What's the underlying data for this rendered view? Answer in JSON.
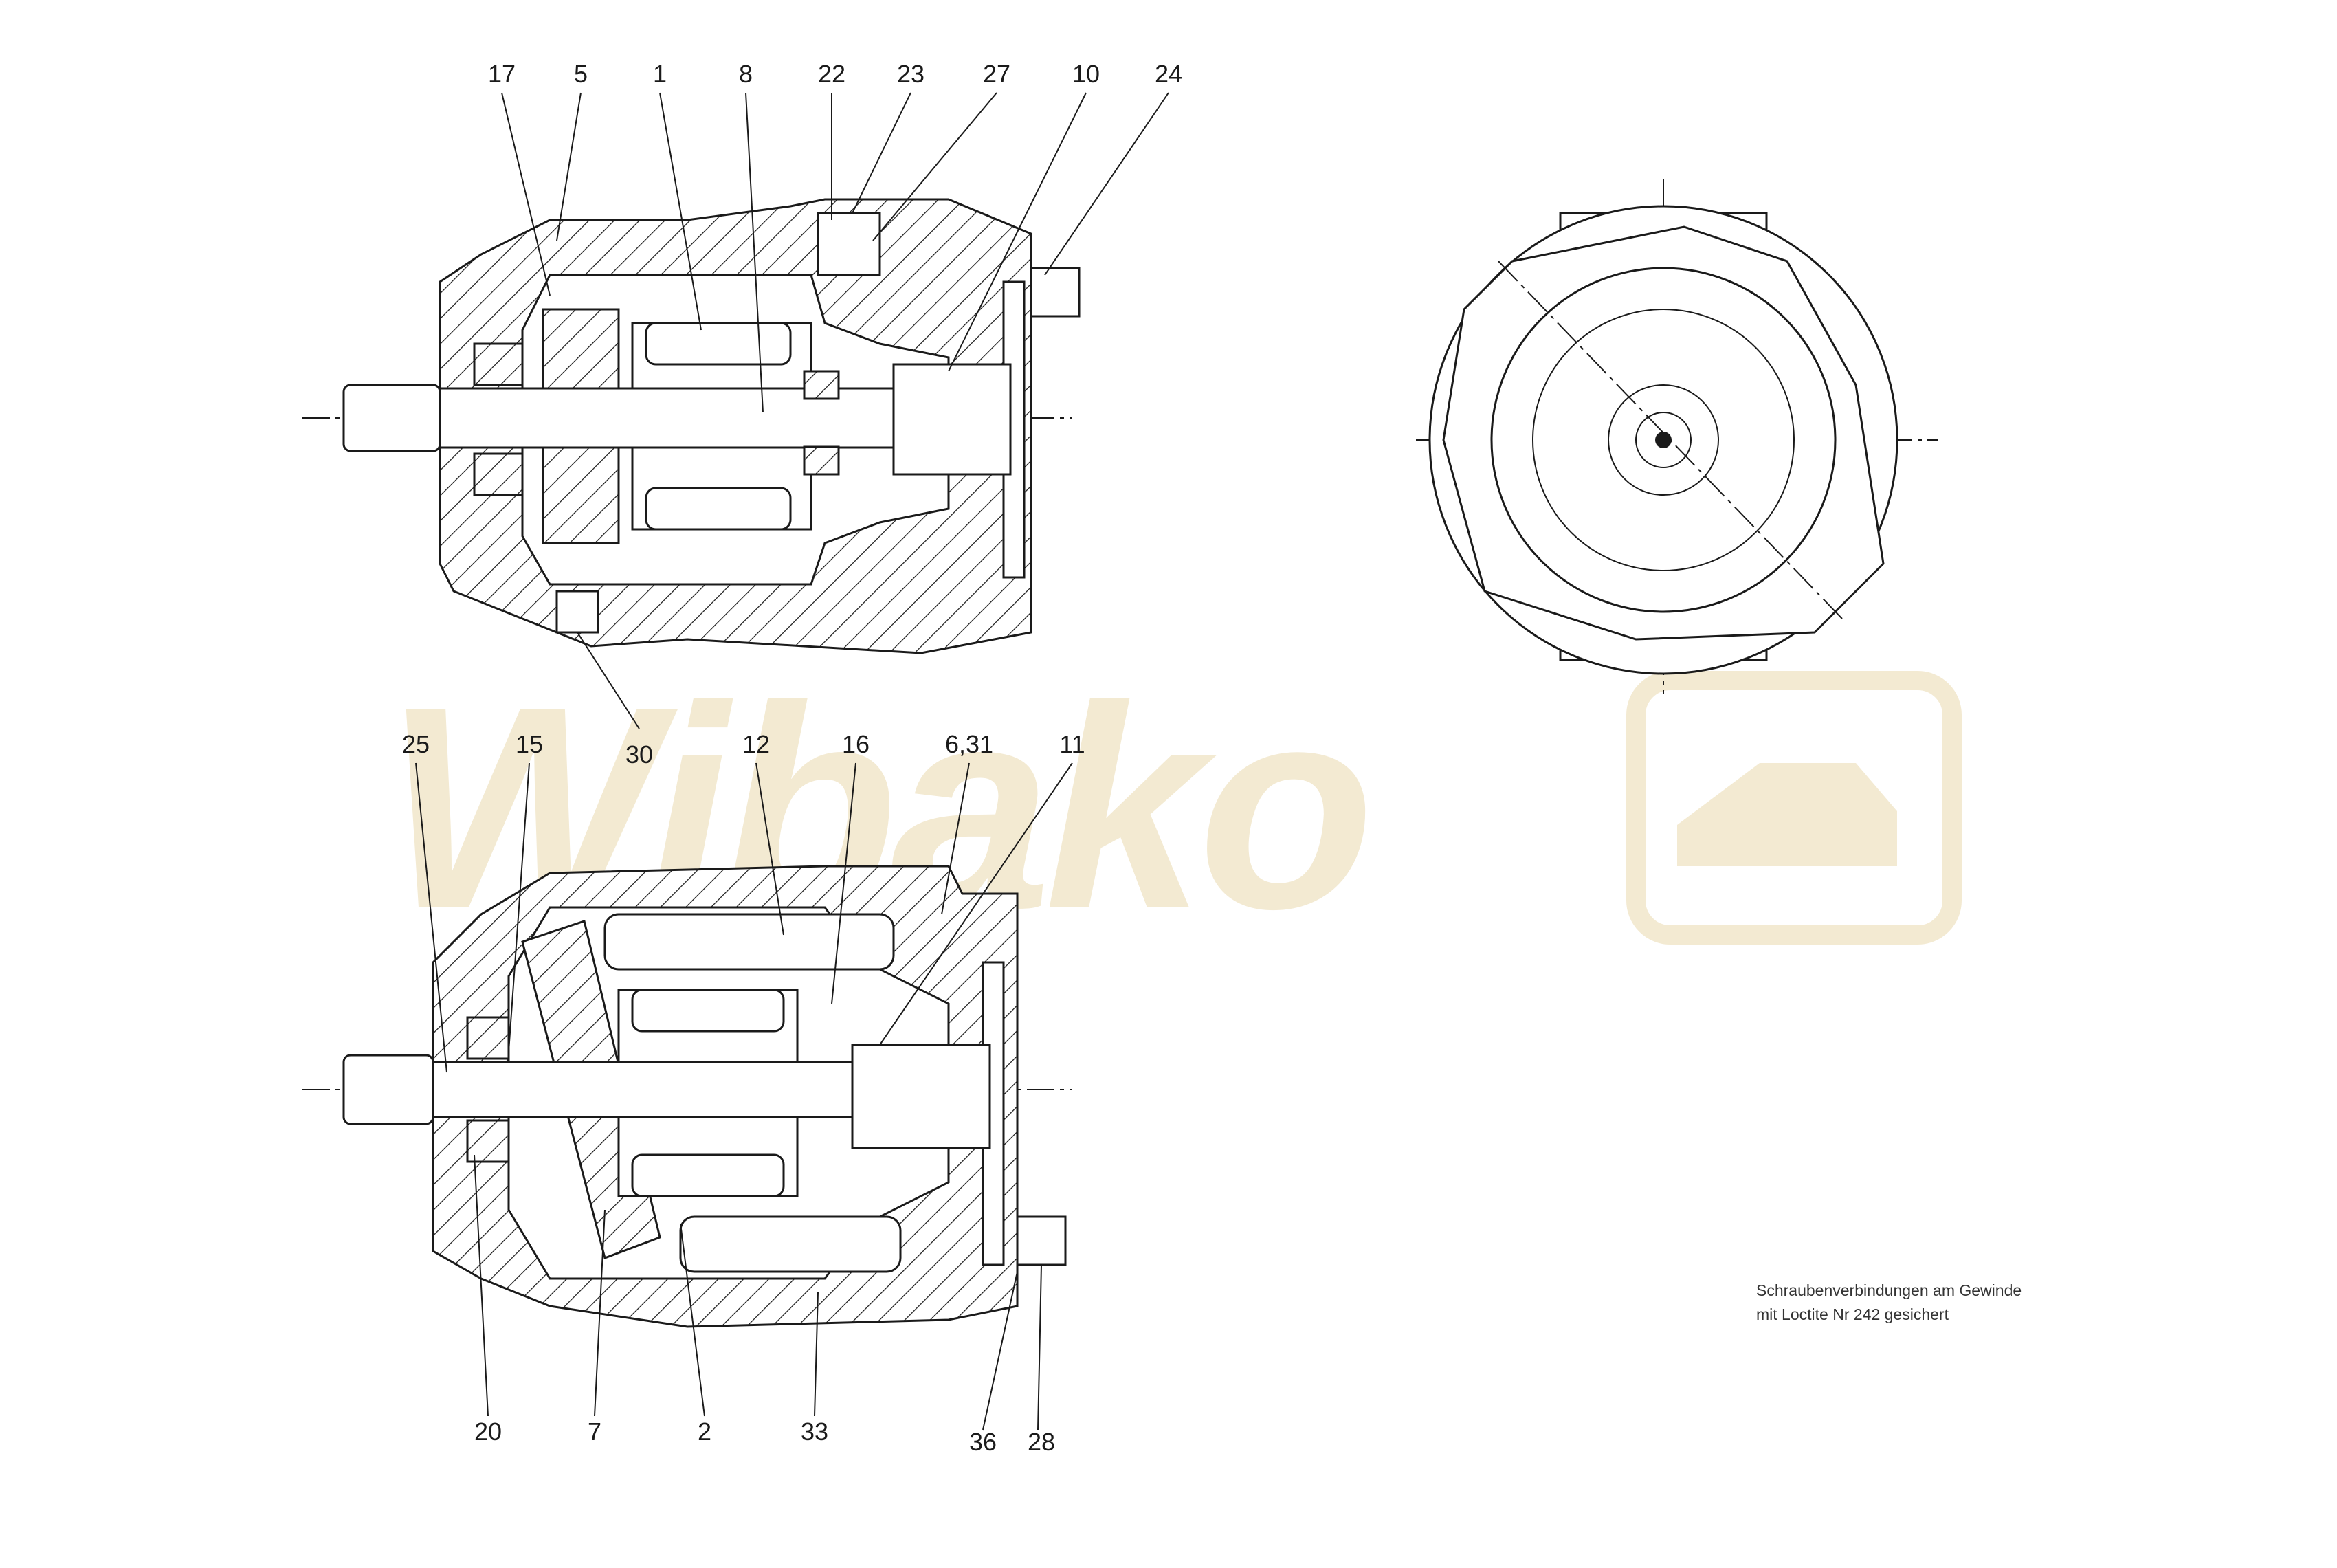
{
  "watermark": {
    "text": "Wibako"
  },
  "top_view_labels": [
    {
      "id": "17",
      "text": "17"
    },
    {
      "id": "5",
      "text": "5"
    },
    {
      "id": "1",
      "text": "1"
    },
    {
      "id": "8",
      "text": "8"
    },
    {
      "id": "22",
      "text": "22"
    },
    {
      "id": "23",
      "text": "23"
    },
    {
      "id": "27",
      "text": "27"
    },
    {
      "id": "10",
      "text": "10"
    },
    {
      "id": "24",
      "text": "24"
    },
    {
      "id": "30",
      "text": "30"
    }
  ],
  "bottom_view_labels": [
    {
      "id": "25",
      "text": "25"
    },
    {
      "id": "15",
      "text": "15"
    },
    {
      "id": "12",
      "text": "12"
    },
    {
      "id": "16",
      "text": "16"
    },
    {
      "id": "6_31",
      "text": "6,31"
    },
    {
      "id": "11",
      "text": "11"
    },
    {
      "id": "20",
      "text": "20"
    },
    {
      "id": "7",
      "text": "7"
    },
    {
      "id": "2",
      "text": "2"
    },
    {
      "id": "33",
      "text": "33"
    },
    {
      "id": "36",
      "text": "36"
    },
    {
      "id": "28",
      "text": "28"
    }
  ],
  "note": {
    "line1": "Schraubenverbindungen am Gewinde",
    "line2": "mit Loctite Nr 242 gesichert"
  }
}
